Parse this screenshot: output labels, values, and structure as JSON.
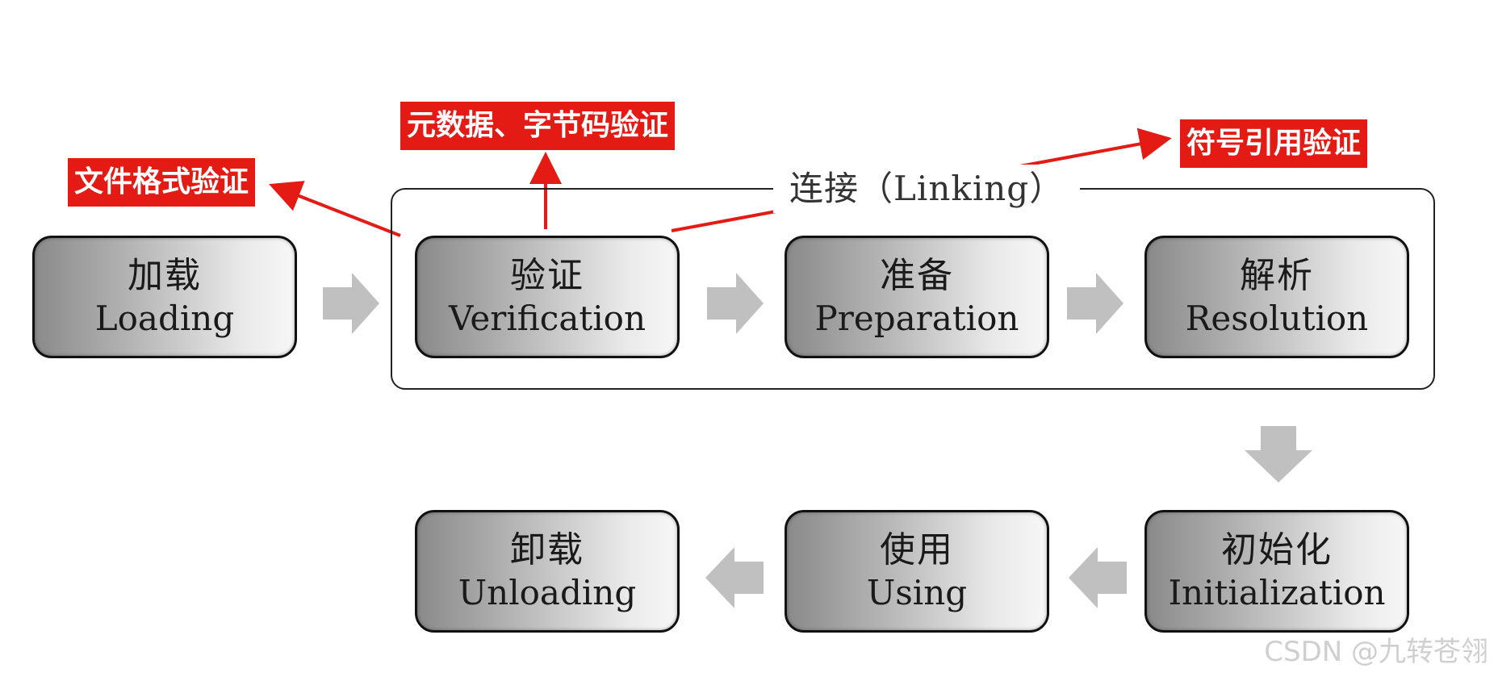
{
  "stages": {
    "loading": {
      "zh": "加载",
      "en": "Loading"
    },
    "verification": {
      "zh": "验证",
      "en": "Verification"
    },
    "preparation": {
      "zh": "准备",
      "en": "Preparation"
    },
    "resolution": {
      "zh": "解析",
      "en": "Resolution"
    },
    "initialization": {
      "zh": "初始化",
      "en": "Initialization"
    },
    "using": {
      "zh": "使用",
      "en": "Using"
    },
    "unloading": {
      "zh": "卸载",
      "en": "Unloading"
    }
  },
  "linking": {
    "label": "连接（Linking）"
  },
  "annotations": {
    "file_format": "文件格式验证",
    "metadata_bytecode": "元数据、字节码验证",
    "symbol_reference": "符号引用验证"
  },
  "watermark": "CSDN @九转苍翎",
  "colors": {
    "annotation": "#e31b14",
    "arrow": "#c0c0c0",
    "box_border": "#111111"
  }
}
